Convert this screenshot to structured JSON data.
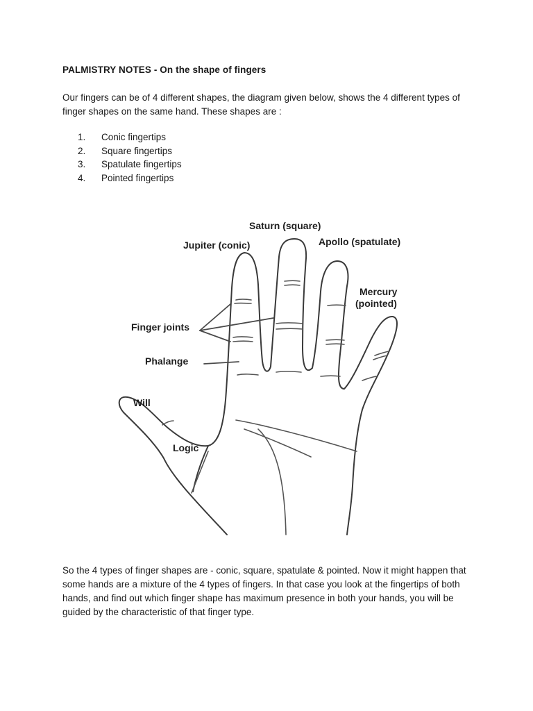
{
  "document": {
    "title": "PALMISTRY NOTES - On the shape of fingers",
    "intro": "Our fingers can be of 4 different shapes, the diagram given below, shows the 4 different types of finger shapes on the same hand. These shapes are :",
    "list": [
      {
        "number": "1.",
        "text": "Conic fingertips"
      },
      {
        "number": "2.",
        "text": "Square fingertips"
      },
      {
        "number": "3.",
        "text": "Spatulate fingertips"
      },
      {
        "number": "4.",
        "text": "Pointed fingertips"
      }
    ],
    "conclusion": "So the 4 types of finger shapes are - conic, square, spatulate & pointed. Now it might happen that some hands are a mixture of the 4 types of fingers. In that case you look at the fingertips of both hands, and find out which finger shape has maximum presence in both your hands, you will be guided by the characteristic of that finger type."
  },
  "diagram": {
    "labels": {
      "saturn": "Saturn (square)",
      "jupiter": "Jupiter (conic)",
      "apollo": "Apollo (spatulate)",
      "mercury_line1": "Mercury",
      "mercury_line2": "(pointed)",
      "finger_joints": "Finger joints",
      "phalange": "Phalange",
      "will": "Will",
      "logic": "Logic"
    }
  }
}
